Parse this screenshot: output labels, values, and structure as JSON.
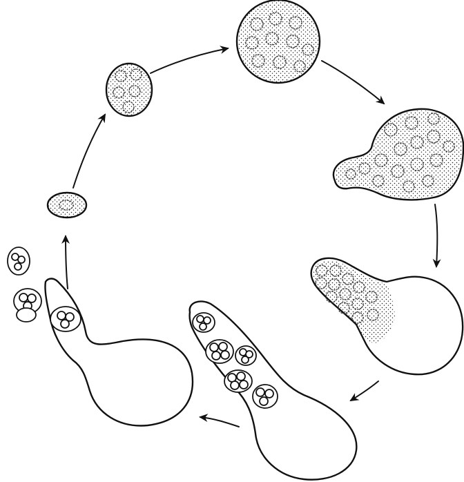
{
  "figure": {
    "colors": {
      "ink": "#111111",
      "background": "#ffffff"
    },
    "stages": [
      {
        "name": "spore"
      },
      {
        "name": "young-cell"
      },
      {
        "name": "mature-sporangium"
      },
      {
        "name": "sporangium-with-beak"
      },
      {
        "name": "discharging-sporangium"
      },
      {
        "name": "elongated-sporangium-with-spore-groups"
      },
      {
        "name": "emptied-sporangium-releasing-spores"
      }
    ],
    "cycle_direction": "clockwise"
  }
}
